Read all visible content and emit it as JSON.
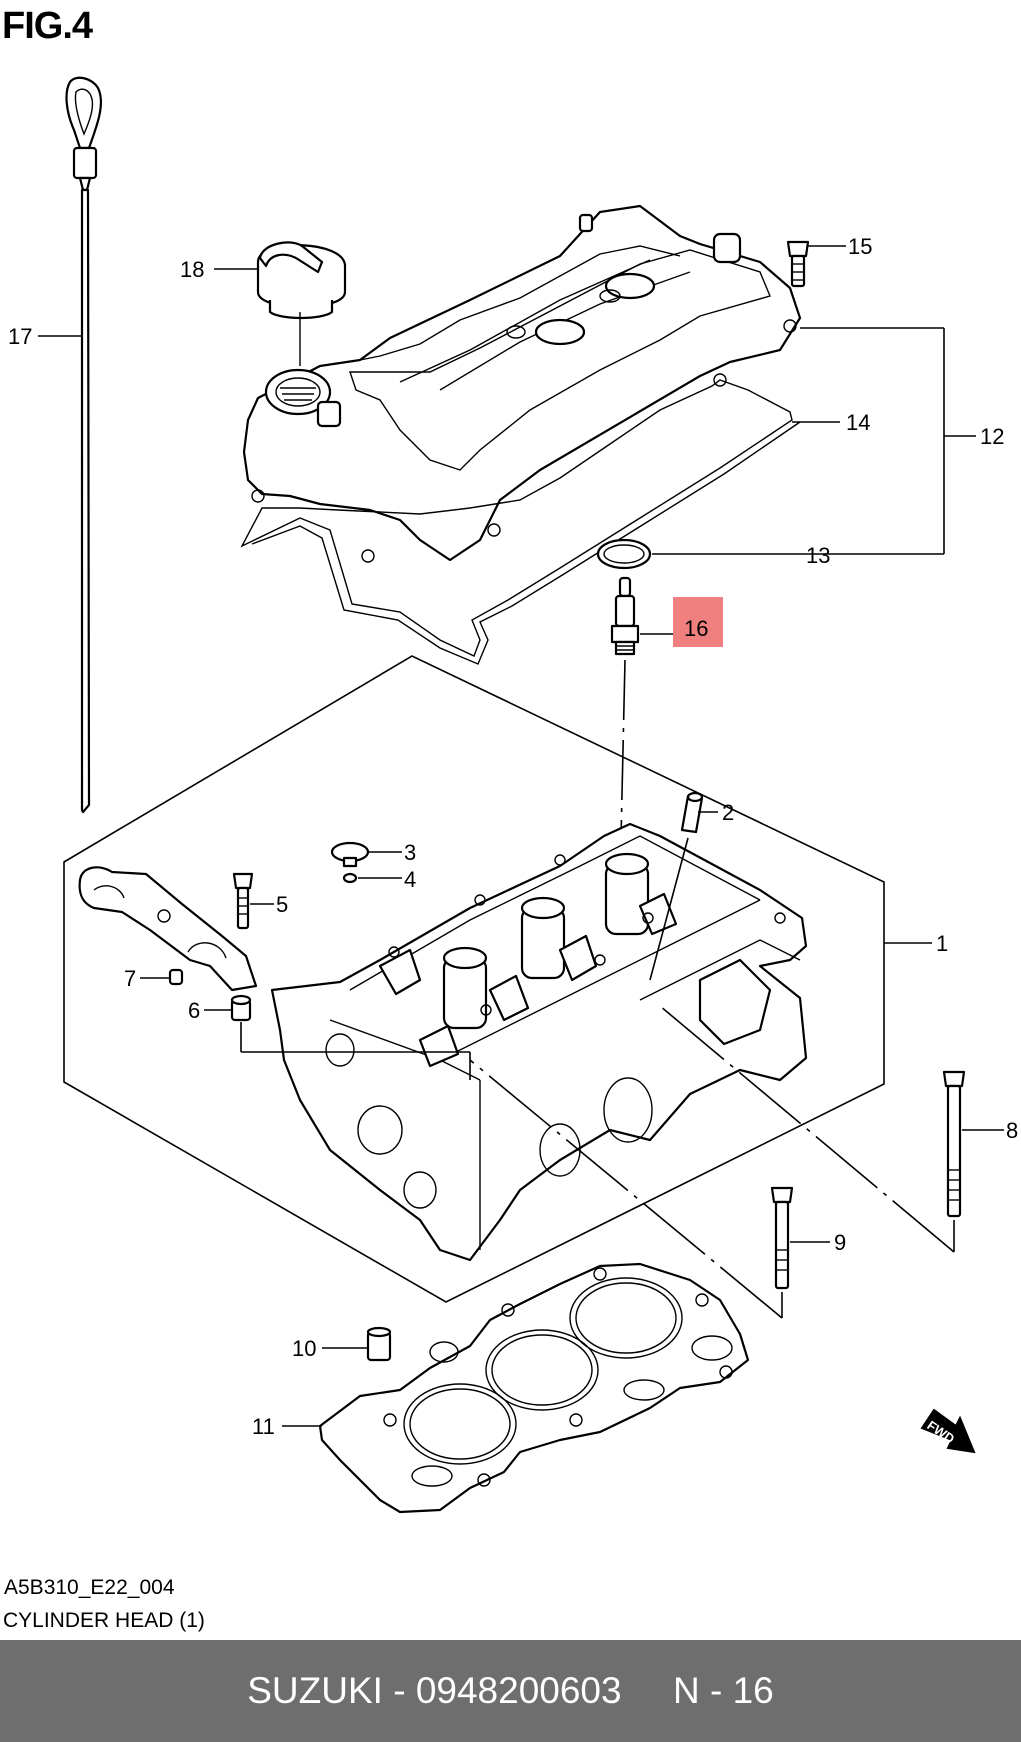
{
  "figure": {
    "title": "FIG.4"
  },
  "drawing": {
    "code": "A5B310_E22_004",
    "caption": "CYLINDER HEAD (1)",
    "fwd_label": "FWD",
    "highlight_color": "#f08080",
    "highlighted_part": "16"
  },
  "labels": {
    "p1": "1",
    "p2": "2",
    "p3": "3",
    "p4": "4",
    "p5": "5",
    "p6": "6",
    "p7": "7",
    "p8": "8",
    "p9": "9",
    "p10": "10",
    "p11": "11",
    "p12": "12",
    "p13": "13",
    "p14": "14",
    "p15": "15",
    "p16": "16",
    "p17": "17",
    "p18": "18"
  },
  "footer": {
    "brand": "SUZUKI",
    "sep": " - ",
    "part_number": "0948200603",
    "spacer": "     ",
    "position": "N - 16"
  }
}
